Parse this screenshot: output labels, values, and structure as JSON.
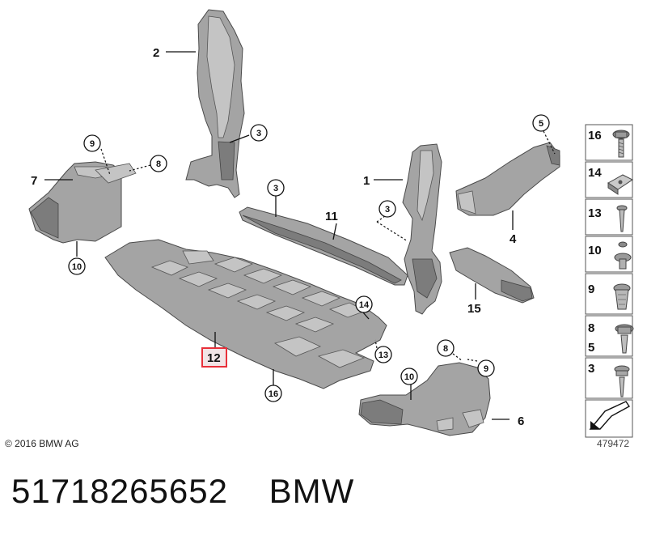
{
  "callouts": {
    "c1": "1",
    "c2": "2",
    "c3a": "3",
    "c3b": "3",
    "c3c": "3",
    "c4": "4",
    "c5": "5",
    "c6": "6",
    "c7": "7",
    "c8a": "8",
    "c8b": "8",
    "c9a": "9",
    "c9b": "9",
    "c10a": "10",
    "c10b": "10",
    "c11": "11",
    "c12": "12",
    "c13": "13",
    "c14": "14",
    "c15": "15",
    "c16": "16"
  },
  "sidebar": {
    "items": [
      {
        "label": "16",
        "icon": "bolt-with-washer-icon"
      },
      {
        "label": "14",
        "icon": "clip-nut-icon"
      },
      {
        "label": "13",
        "icon": "screw-icon"
      },
      {
        "label": "10",
        "icon": "expanding-rivet-icon"
      },
      {
        "label": "9",
        "icon": "push-clip-icon"
      },
      {
        "label": "8",
        "label2": "5",
        "icon": "hex-nut-icon"
      },
      {
        "label": "3",
        "icon": "self-tapping-screw-icon"
      }
    ]
  },
  "footer": {
    "copyright": "© 2016 BMW AG",
    "diagram_number": "479472",
    "caption": "51718265652    BMW"
  },
  "colors": {
    "highlight_box": "#e8303a",
    "highlight_fill": "#f2e4e6",
    "part_fill": "#a4a4a4"
  }
}
